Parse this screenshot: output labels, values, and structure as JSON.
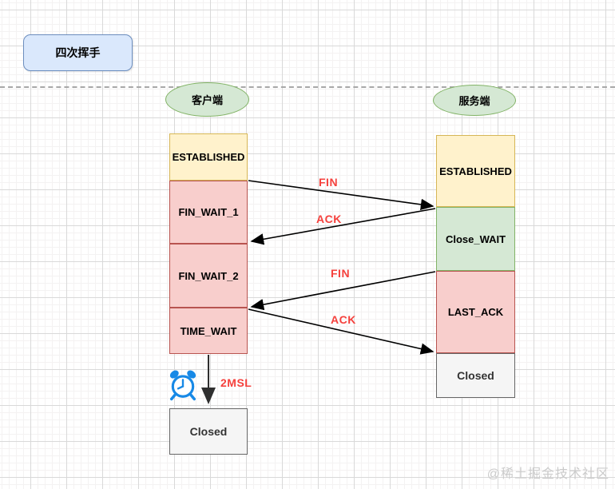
{
  "title": "四次挥手",
  "actors": {
    "client": "客户端",
    "server": "服务端"
  },
  "client": {
    "states": [
      "ESTABLISHED",
      "FIN_WAIT_1",
      "FIN_WAIT_2",
      "TIME_WAIT"
    ],
    "final_state": "Closed"
  },
  "server": {
    "states": [
      "ESTABLISHED",
      "Close_WAIT",
      "LAST_ACK",
      "Closed"
    ]
  },
  "messages": {
    "fin1": "FIN",
    "ack1": "ACK",
    "fin2": "FIN",
    "ack2": "ACK"
  },
  "timer": {
    "label": "2MSL",
    "icon": "alarm-clock-icon"
  },
  "watermark": "@稀土掘金技术社区",
  "colors": {
    "established_fill": "#fff2cc",
    "established_border": "#d6b656",
    "fin_wait_fill": "#f8cecc",
    "fin_wait_border": "#b85450",
    "close_wait_fill": "#d5e8d4",
    "close_wait_border": "#82b366",
    "closed_fill": "#f5f5f5",
    "closed_border": "#666666",
    "title_fill": "#dae8fc",
    "title_border": "#6c8ebf",
    "message_label": "#f5413d",
    "alarm_icon": "#1789e6",
    "arrow": "#000000"
  }
}
